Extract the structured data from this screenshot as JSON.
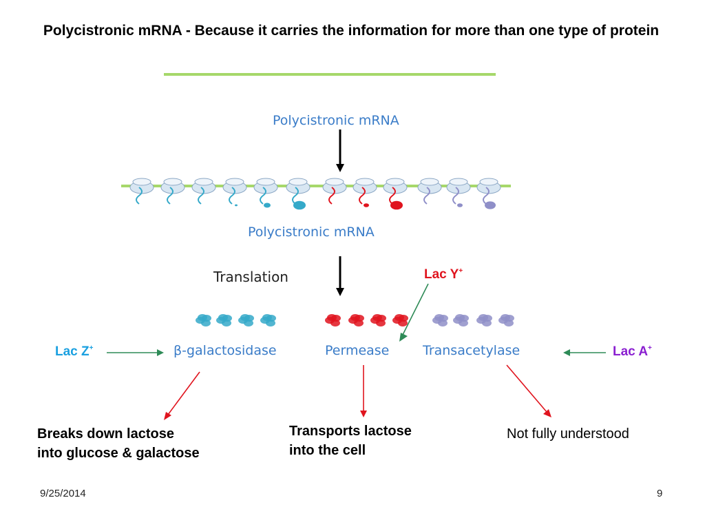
{
  "slide": {
    "title": "Polycistronic mRNA - Because it carries the information for more than one type of protein",
    "date": "9/25/2014",
    "page_number": "9"
  },
  "diagram": {
    "mrna_label_top": "Polycistronic mRNA",
    "mrna_label_mid": "Polycistronic mRNA",
    "translation_label": "Translation",
    "proteins": {
      "z": "β-galactosidase",
      "y": "Permease",
      "a": "Transacetylase"
    },
    "genes": {
      "z": {
        "name": "Lac Z",
        "sup": "+",
        "color": "#1aa0e0"
      },
      "y": {
        "name": "Lac Y",
        "sup": "+",
        "color": "#e0141e"
      },
      "a": {
        "name": "Lac A",
        "sup": "+",
        "color": "#8a1fd0"
      }
    },
    "functions": {
      "z": "Breaks down lactose\ninto glucose & galactose",
      "y": "Transports  lactose\ninto the cell",
      "a": "Not fully understood"
    },
    "colors": {
      "rule": "#a6d86a",
      "mrna_line": "#a6d86a",
      "label_blue": "#3a7cc8",
      "teal_protein": "#35a9c9",
      "red_protein": "#e0141e",
      "violet_protein": "#8f8fc8",
      "green_arrow": "#2e8b57",
      "red_arrow": "#e0141e"
    }
  }
}
